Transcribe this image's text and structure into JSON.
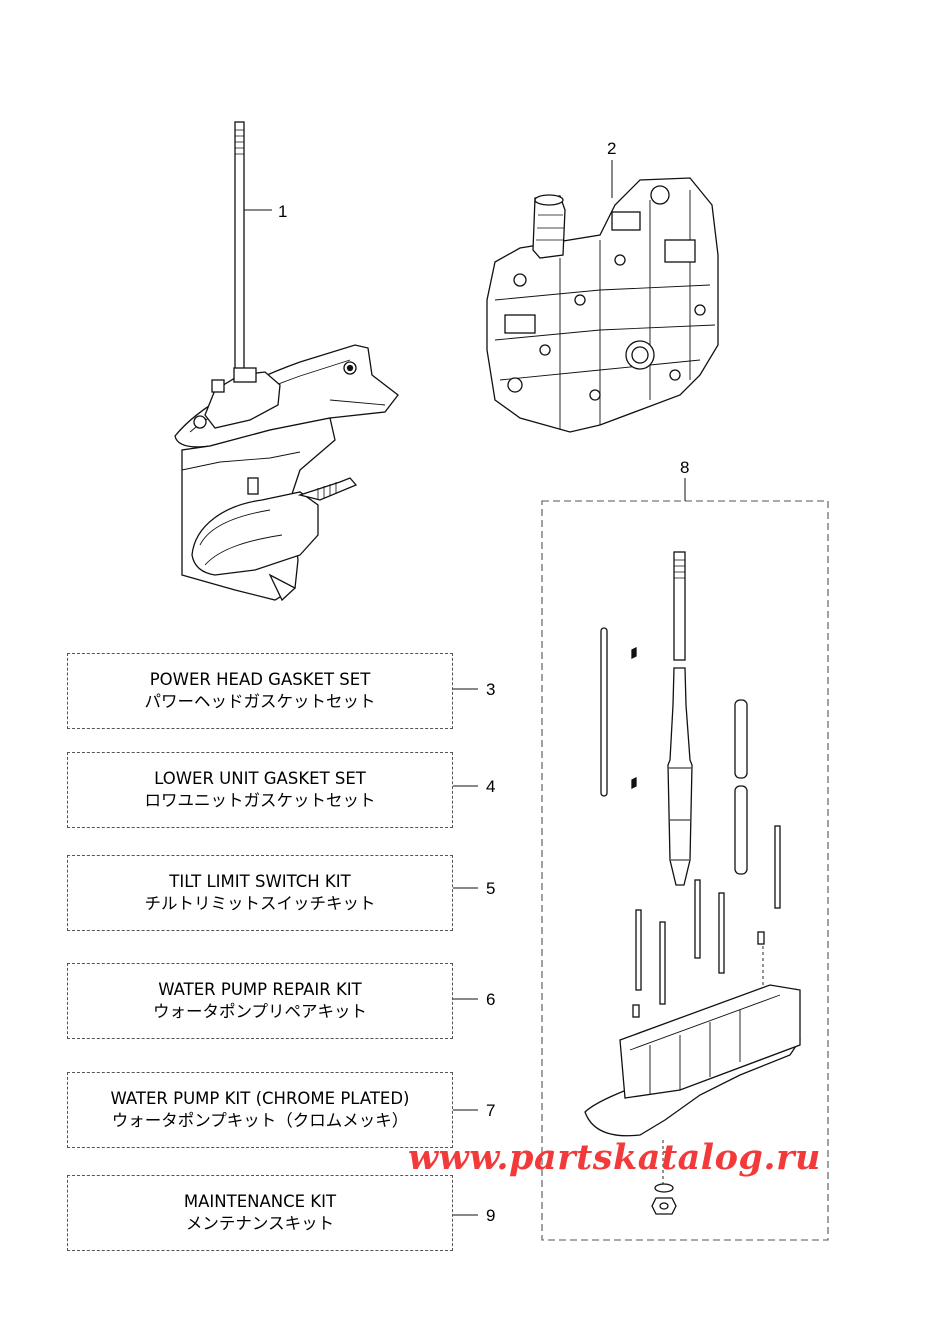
{
  "callouts": {
    "c1": "1",
    "c2": "2",
    "c3": "3",
    "c4": "4",
    "c5": "5",
    "c6": "6",
    "c7": "7",
    "c8": "8",
    "c9": "9"
  },
  "kits": {
    "k3": {
      "en": "POWER HEAD GASKET SET",
      "jp": "パワーヘッドガスケットセット"
    },
    "k4": {
      "en": "LOWER UNIT GASKET SET",
      "jp": "ロワユニットガスケットセット"
    },
    "k5": {
      "en": "TILT LIMIT SWITCH KIT",
      "jp": "チルトリミットスイッチキット"
    },
    "k6": {
      "en": "WATER PUMP REPAIR KIT",
      "jp": "ウォータポンプリペアキット"
    },
    "k7": {
      "en": "WATER PUMP KIT (CHROME PLATED)",
      "jp": "ウォータポンプキット（クロムメッキ）"
    },
    "k9": {
      "en": "MAINTENANCE KIT",
      "jp": "メンテナンスキット"
    }
  },
  "watermark": "www.partskatalog.ru"
}
